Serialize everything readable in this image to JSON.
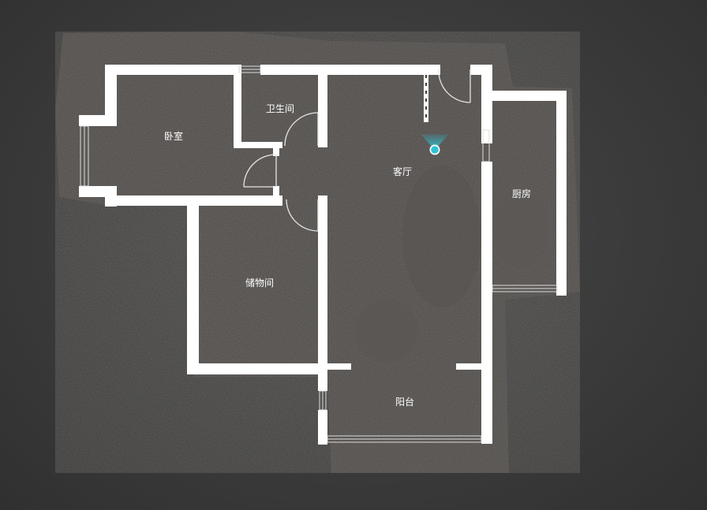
{
  "floorplan": {
    "rooms": [
      {
        "key": "bedroom",
        "label": "卧室"
      },
      {
        "key": "bathroom",
        "label": "卫生间"
      },
      {
        "key": "living",
        "label": "客厅"
      },
      {
        "key": "kitchen",
        "label": "厨房"
      },
      {
        "key": "storage",
        "label": "储物间"
      },
      {
        "key": "balcony",
        "label": "阳台"
      }
    ],
    "colors": {
      "wall": "#ffffff",
      "marker": "#2ec4d6",
      "background": "#3a3a3a"
    },
    "marker_icon": "viewpoint-marker-icon"
  }
}
